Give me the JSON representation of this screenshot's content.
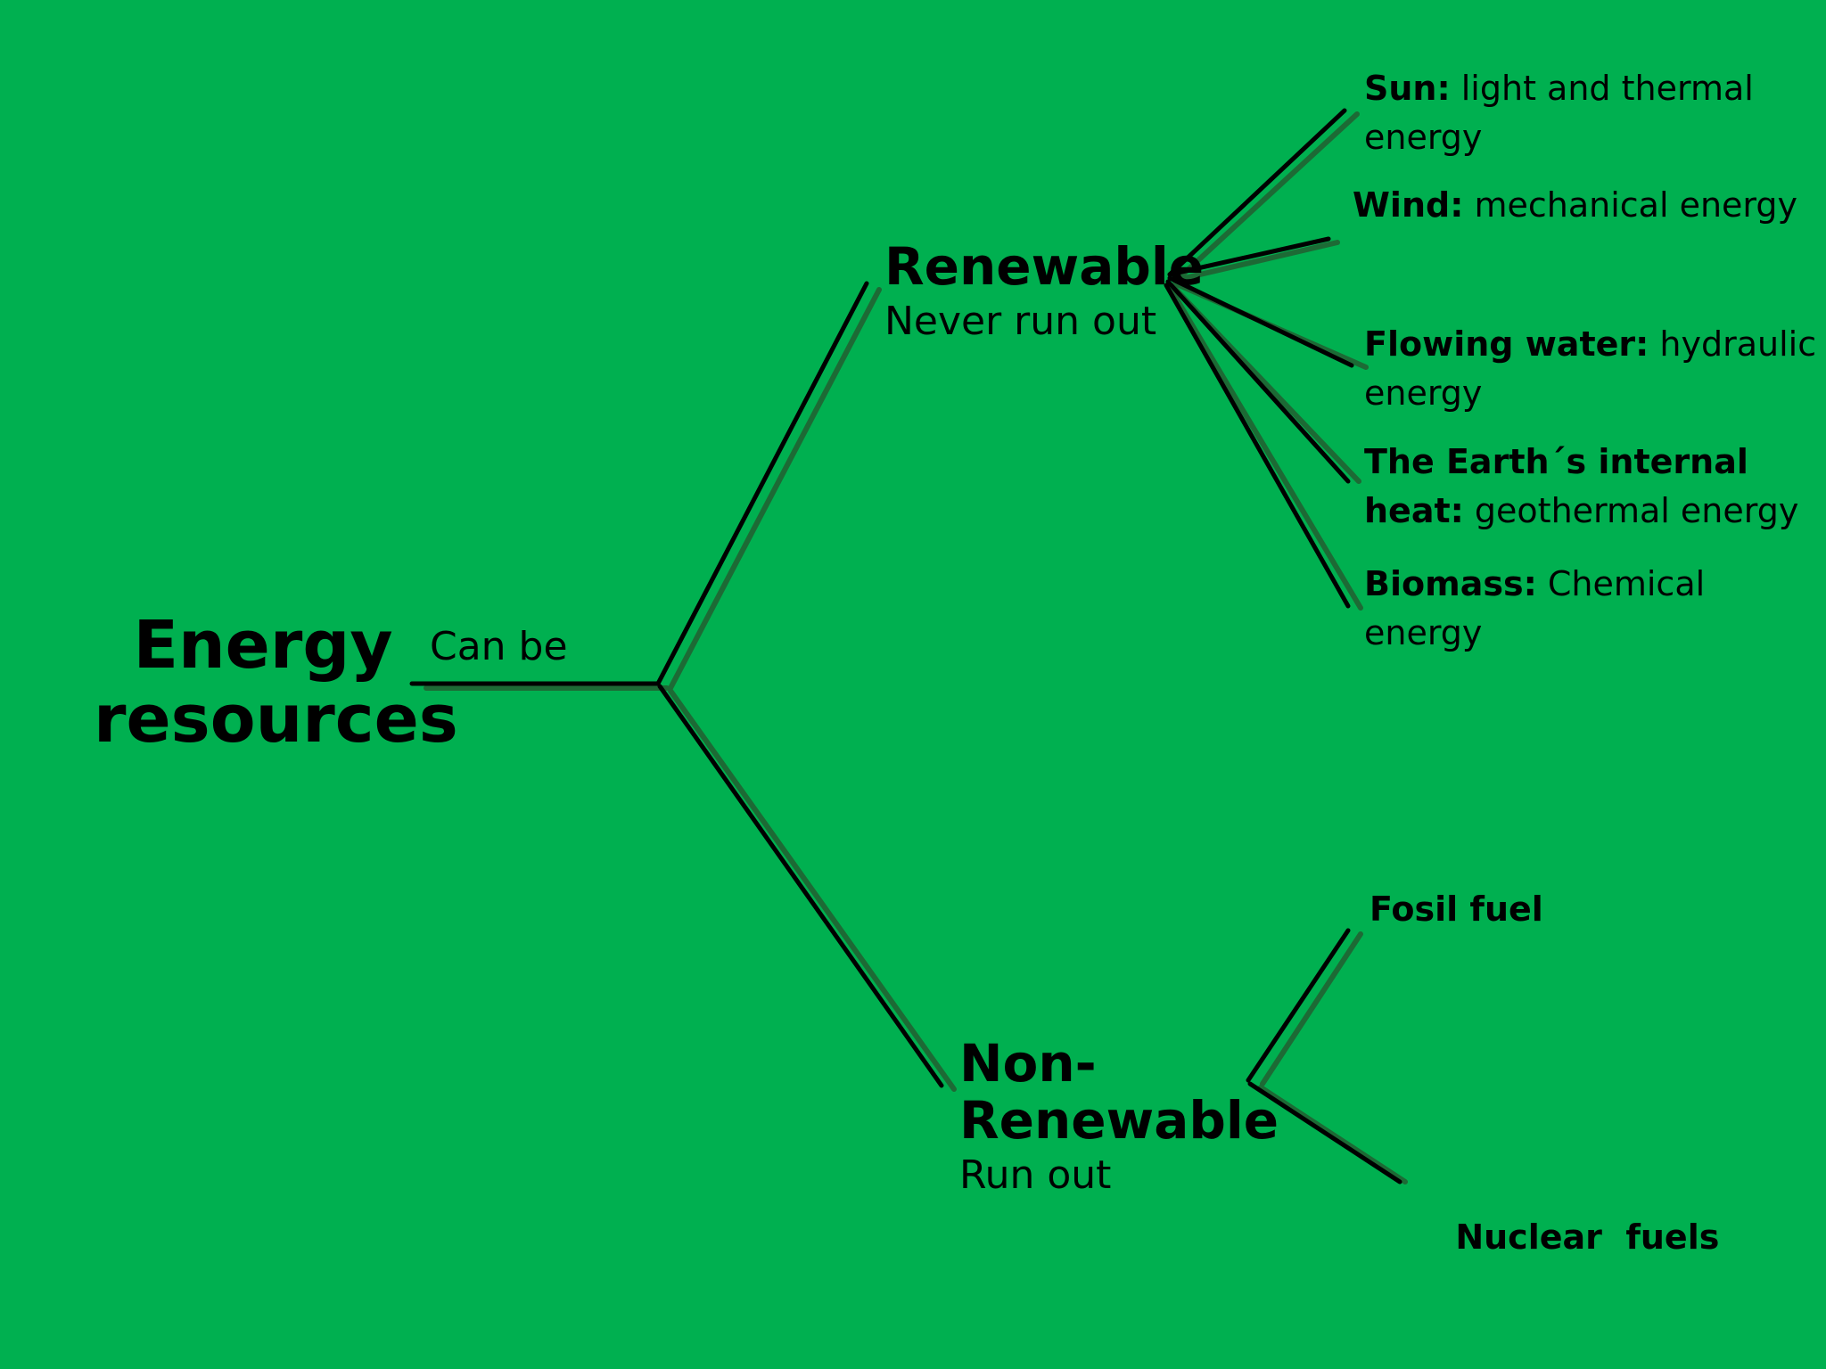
{
  "root": {
    "line1": "Energy",
    "line2": "resources"
  },
  "connector_label": "Can be",
  "renewable": {
    "title": "Renewable",
    "subtitle": "Never run out",
    "items": [
      {
        "term": "Sun:",
        "desc": " light and thermal energy"
      },
      {
        "term": "Wind:",
        "desc": " mechanical energy"
      },
      {
        "term": "Flowing water:",
        "desc": " hydraulic energy"
      },
      {
        "term": "The Earth´s internal heat:",
        "desc": " geothermal energy"
      },
      {
        "term": "Biomass:",
        "desc": " Chemical energy"
      }
    ]
  },
  "non_renewable": {
    "title_line1": "Non-",
    "title_line2": "Renewable",
    "subtitle": "Run out",
    "items": [
      {
        "term": "Fosil fuel"
      },
      {
        "term": "Nuclear  fuels"
      }
    ]
  },
  "colors": {
    "background": "#00b050",
    "line": "#000000",
    "line_shadow": "#1d6a35"
  }
}
